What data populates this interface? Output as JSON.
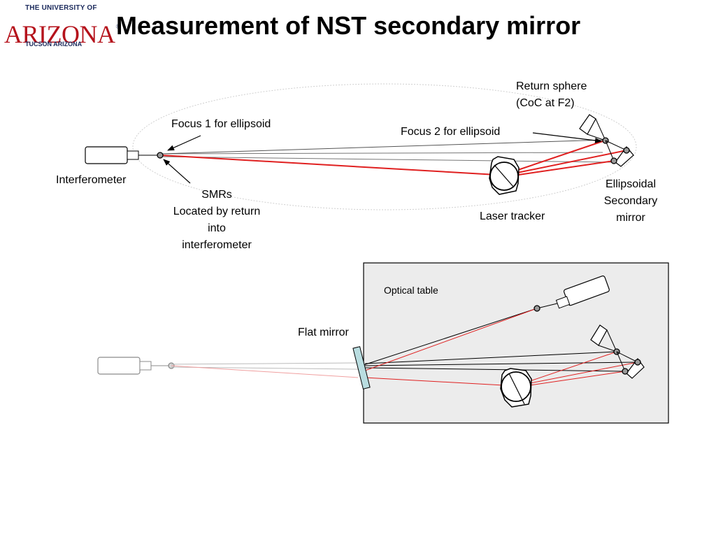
{
  "logo": {
    "line1": "The University of",
    "line2": "Arizona",
    "line3": "Tucson Arizona",
    "brand_color": "#b5121b",
    "secondary_color": "#1b2a5c"
  },
  "slide": {
    "title": "Measurement of NST secondary mirror"
  },
  "labels": {
    "focus1": "Focus 1 for ellipsoid",
    "focus2": "Focus 2 for ellipsoid",
    "return_sphere_line1": "Return sphere",
    "return_sphere_line2": "(CoC at F2)",
    "interferometer": "Interferometer",
    "smrs_line1": "SMRs",
    "smrs_line2": "Located by return",
    "smrs_line3": "into",
    "smrs_line4": "interferometer",
    "laser_tracker": "Laser tracker",
    "mirror_line1": "Ellipsoidal",
    "mirror_line2": "Secondary",
    "mirror_line3": "mirror",
    "optical_table": "Optical table",
    "flat_mirror": "Flat mirror"
  },
  "colors": {
    "beam": "#e02020",
    "beam_faded": "#f0a0a0",
    "table_fill": "#ececec",
    "flat_mirror_fill": "#b9dde0"
  }
}
